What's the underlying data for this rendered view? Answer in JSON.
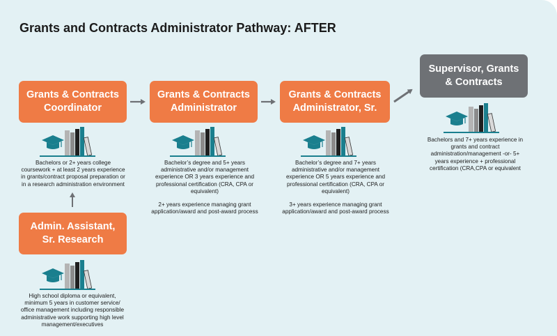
{
  "title": "Grants and Contracts Administrator Pathway: AFTER",
  "colors": {
    "background": "#e3f1f4",
    "box_orange": "#ef7b45",
    "box_gray": "#6e7175",
    "arrow": "#6e7175",
    "cap": "#1a7f8e",
    "book_teal": "#1a7f8e",
    "book_dark": "#1f1f1f",
    "book_gray": "#a6a6a6"
  },
  "roles": {
    "coordinator": {
      "name": "Grants & Contracts Coordinator",
      "requirements": [
        "Bachelors or 2+ years college coursework + at least 2 years experience in grants/contract proposal preparation or in a research administration environment"
      ]
    },
    "administrator": {
      "name": "Grants & Contracts Administrator",
      "requirements": [
        "Bachelor’s degree and 5+ years administrative and/or management experience OR 3 years experience and professional certification (CRA, CPA or equivalent)",
        "2+ years experience managing grant application/award and post-award process"
      ]
    },
    "administrator_sr": {
      "name": "Grants & Contracts Administrator, Sr.",
      "requirements": [
        "Bachelor’s degree and 7+ years administrative and/or management experience OR 5 years experience and professional certification (CRA, CPA or equivalent)",
        "3+ years experience managing grant application/award and post-award process"
      ]
    },
    "supervisor": {
      "name": "Supervisor, Grants & Contracts",
      "requirements": [
        "Bachelors and 7+ years experience in grants and contract administration/management -or- 5+ years experience + professional certification (CRA,CPA or equivalent"
      ]
    },
    "admin_assistant": {
      "name": "Admin. Assistant, Sr. Research",
      "requirements": [
        "High school diploma or equivalent, minimum 5 years in customer service/ office management including responsible administrative work supporting high level management/executives"
      ]
    }
  }
}
